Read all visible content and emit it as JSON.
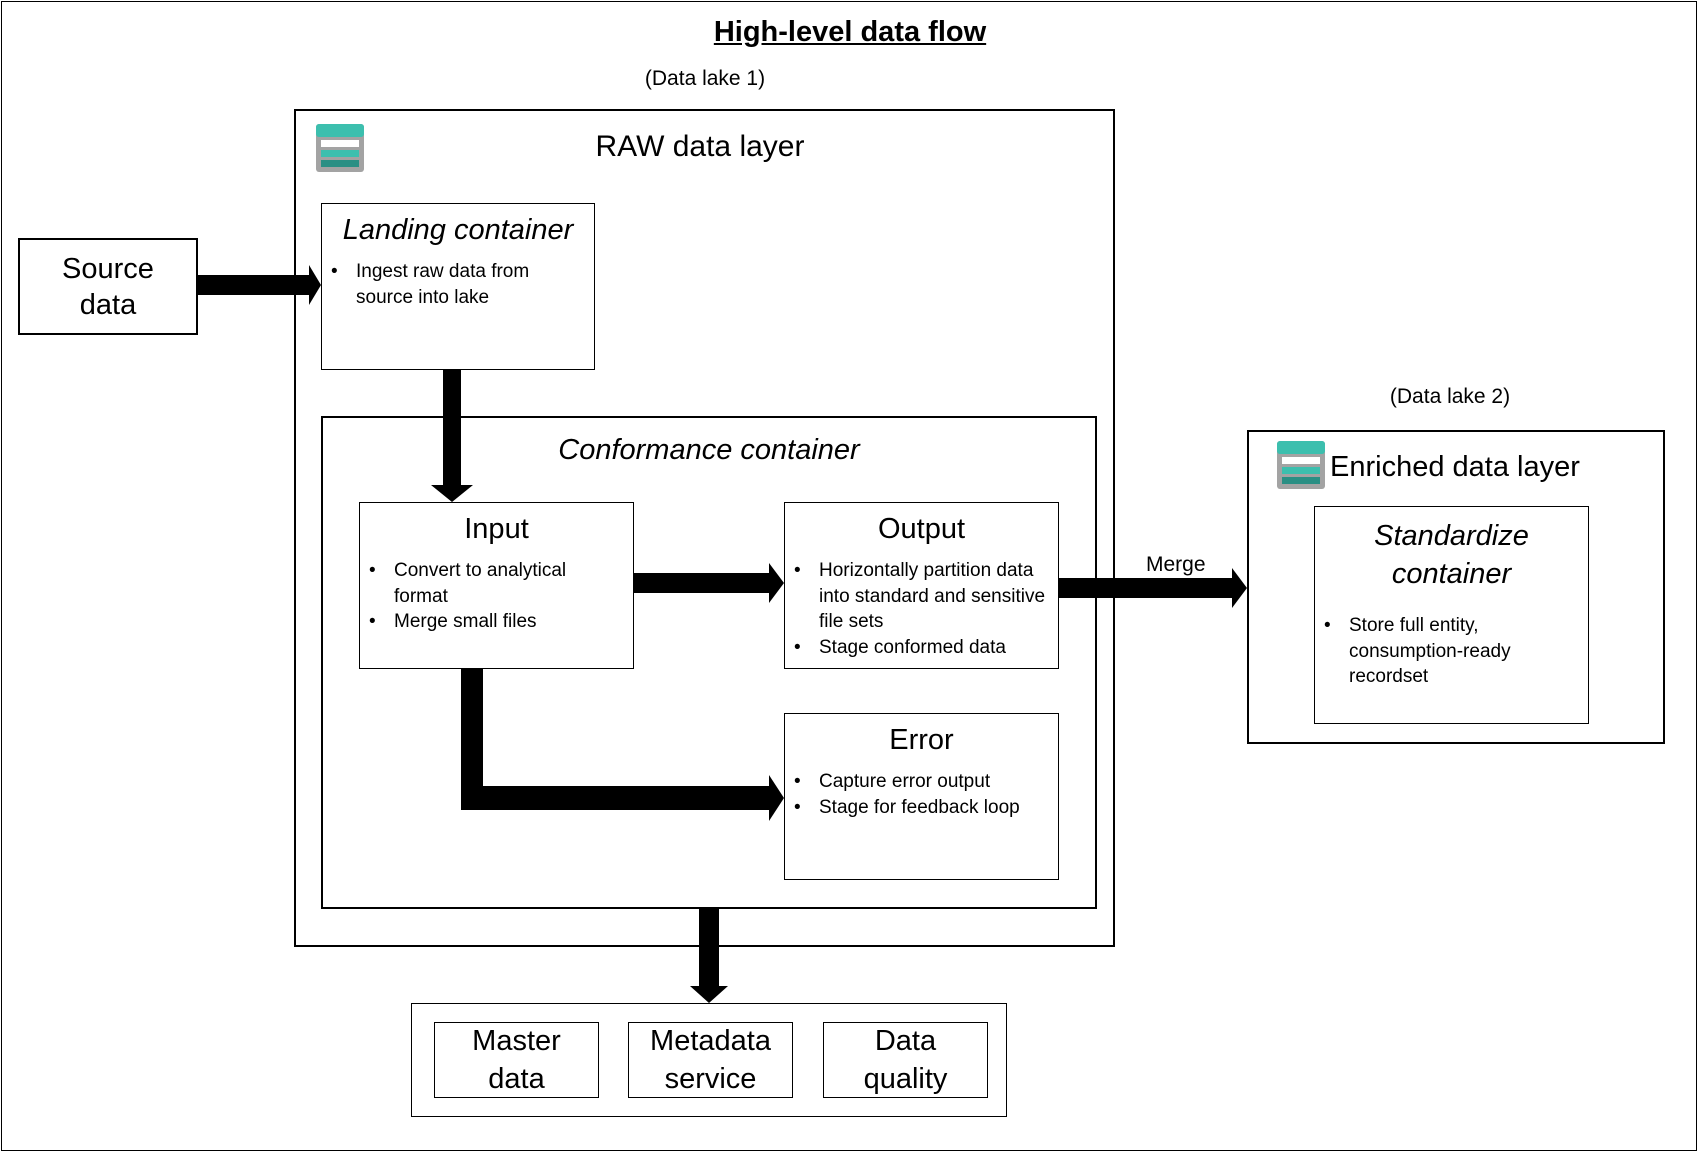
{
  "diagram": {
    "title": "High-level data flow",
    "data_lake_1_label": "(Data lake 1)",
    "data_lake_2_label": "(Data lake 2)",
    "source": {
      "label_line1": "Source",
      "label_line2": "data"
    },
    "raw_layer": {
      "title": "RAW data layer",
      "landing": {
        "title": "Landing container",
        "bullets": [
          "Ingest raw data from source into lake"
        ]
      },
      "conformance": {
        "title": "Conformance container",
        "input": {
          "title": "Input",
          "bullets": [
            "Convert to analytical format",
            "Merge small files"
          ]
        },
        "output": {
          "title": "Output",
          "bullets": [
            "Horizontally partition data into standard and sensitive file sets",
            "Stage conformed data"
          ]
        },
        "error": {
          "title": "Error",
          "bullets": [
            "Capture error output",
            "Stage for feedback loop"
          ]
        }
      }
    },
    "enriched_layer": {
      "title": "Enriched data layer",
      "standardize": {
        "title_line1": "Standardize",
        "title_line2": "container",
        "bullets": [
          "Store full entity, consumption-ready recordset"
        ]
      }
    },
    "merge_label": "Merge",
    "services": [
      {
        "line1": "Master",
        "line2": "data"
      },
      {
        "line1": "Metadata",
        "line2": "service"
      },
      {
        "line1": "Data",
        "line2": "quality"
      }
    ],
    "icon_names": [
      "storage-container-icon",
      "storage-container-icon"
    ],
    "colors": {
      "icon_teal": "#3cbfae",
      "icon_dark_teal": "#2a8f84",
      "icon_gray": "#a3a3a3"
    }
  }
}
